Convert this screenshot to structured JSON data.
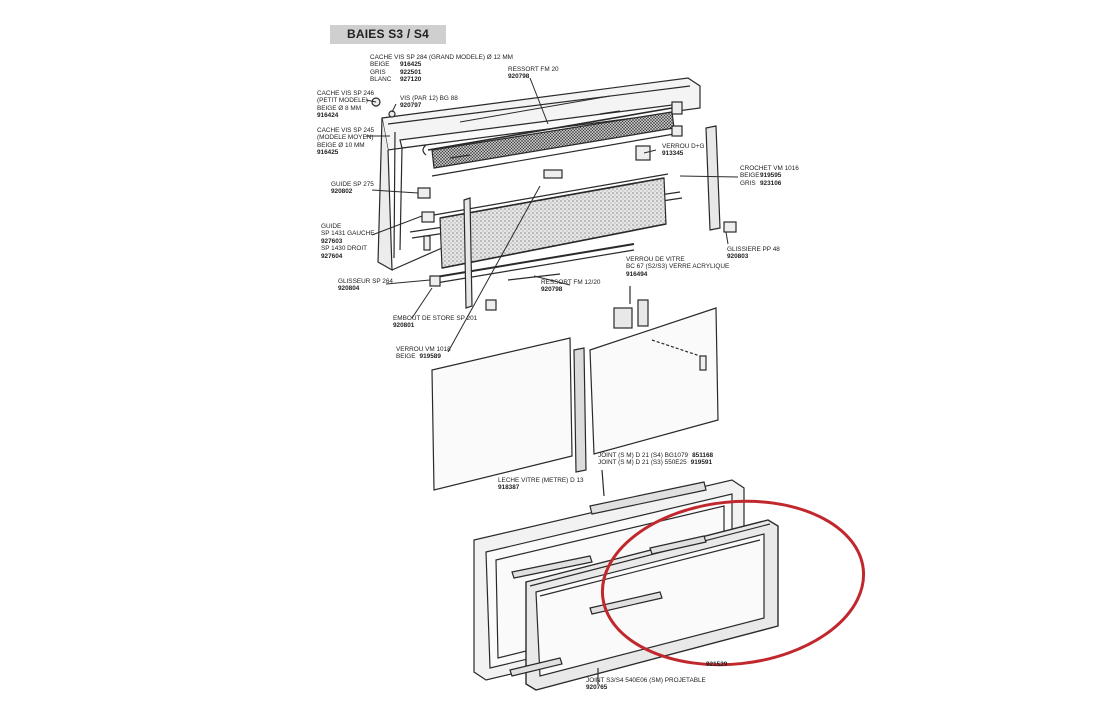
{
  "title": "BAIES S3 / S4",
  "labels": {
    "cache_vis_284": [
      "CACHE VIS SP 284 (GRAND MODELE) Ø 12 MM"
    ],
    "cache_vis_284_rows": [
      {
        "t": "BEIGE",
        "r": "916425"
      },
      {
        "t": "GRIS",
        "r": "922501"
      },
      {
        "t": "BLANC",
        "r": "927120"
      }
    ],
    "ressort_fm20": {
      "t": "RESSORT FM 20",
      "r": "920798"
    },
    "cache_vis_246": {
      "lines": [
        "CACHE VIS SP 246",
        "(PETIT MODELE)",
        "BEIGE Ø 8 MM"
      ],
      "r": "916424"
    },
    "vis": {
      "t": "VIS (PAR 12) BG 88",
      "r": "920797"
    },
    "cache_vis_245": {
      "lines": [
        "CACHE VIS SP 245",
        "(MODELE MOYEN)",
        "BEIGE Ø 10 MM"
      ],
      "r": "916425"
    },
    "verrou_dg": {
      "t": "VERROU D+G",
      "r": "913345"
    },
    "crochet": {
      "t": "CROCHET VM 1016",
      "rows": [
        {
          "t": "BEIGE",
          "r": "919595"
        },
        {
          "t": "GRIS",
          "r": "923106"
        }
      ]
    },
    "guide_275": {
      "t": "GUIDE SP 275",
      "r": "920802"
    },
    "guide": {
      "lines": [
        "GUIDE",
        "SP 1431 GAUCHE"
      ],
      "r1": "927603",
      "l2": "SP 1430 DROIT",
      "r2": "927604"
    },
    "glissiere_pp48": {
      "t": "GLISSIERE PP 48",
      "r": "920803"
    },
    "verrou_vitre": {
      "lines": [
        "VERROU DE VITRE",
        "BC 67 (S2/S3) VERRE ACRYLIQUE"
      ],
      "r": "916494"
    },
    "glisseur": {
      "t": "GLISSEUR SP 264",
      "r": "920804"
    },
    "ressort_fm1220": {
      "t": "RESSORT FM 12/20",
      "r": "920798"
    },
    "embout": {
      "t": "EMBOUT DE STORE SP 201",
      "r": "920801"
    },
    "verrou_vm1018": {
      "t": "VERROU VM 1018",
      "rows": [
        {
          "t": "BEIGE",
          "r": "919589"
        }
      ]
    },
    "joint_s3s4": {
      "lines": [
        "JOINT (S M) D 21 (S4) BG1079",
        "JOINT (S M) D 21 (S3) 550E25"
      ],
      "r1": "851168",
      "r2": "919591"
    },
    "leche_vitre": {
      "t": "LECHE VITRE (METRE) D 13",
      "r": "918387"
    },
    "joint_bottom_right": {
      "t": "",
      "r": "921529"
    },
    "joint_projetable": {
      "t": "JOINT S3/S4 540E06 (SM) PROJETABLE",
      "r": "920765"
    }
  },
  "colors": {
    "line": "#2a2a2a",
    "frame_fill": "#f2f2f2",
    "title_band": "#cfcfcf",
    "highlight_ellipse": "#c0282d"
  }
}
